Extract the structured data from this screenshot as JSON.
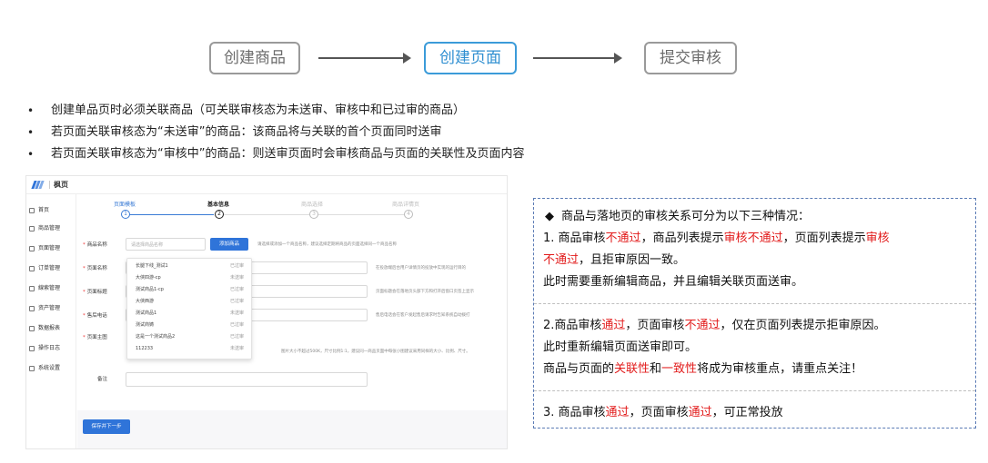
{
  "flow": {
    "steps": [
      "创建商品",
      "创建页面",
      "提交审核"
    ],
    "active_index": 1
  },
  "bullets": [
    "创建单品页时必须关联商品（可关联审核态为未送审、审核中和已过审的商品）",
    "若页面关联审核态为“未送审”的商品：该商品将与关联的首个页面同时送审",
    "若页面关联审核态为“审核中”的商品：则送审页面时会审核商品与页面的关联性及页面内容"
  ],
  "app": {
    "title": "枫页",
    "sidebar": [
      "首页",
      "商品管理",
      "页面管理",
      "订单管理",
      "線索管理",
      "资产管理",
      "数据报表",
      "操作日志",
      "系统设置"
    ],
    "tabs": [
      "页面模板",
      "基本信息",
      "商品选择",
      "商品详情页"
    ],
    "tab_numbers": [
      "1",
      "2",
      "3",
      "4"
    ],
    "fields": {
      "product_name": "商品名称",
      "product_placeholder": "请选择商品名称",
      "add_product": "添加商品",
      "product_hint": "请选择或添加一个商品名称，建议选择定期将商品的页面选择同一个商品名称",
      "page_name": "页面名称",
      "page_name_hint": "在投放端后台用户详情页的投放中实现的运行目的",
      "page_title": "页面标题",
      "page_title_hint": "页面标题会在落地页头部下方和打开后窗口页签上显示",
      "phone": "售后电话",
      "phone_hint": "售后电话会在客户发起售后请求时告知系统自动拨打",
      "main_image": "页面主图",
      "main_image_hint": "图片大小不超过500K，尺寸比例1:1，建议同一商品页面中每张小图建议采用同样的大小、比例、尺寸。",
      "note": "备注"
    },
    "dropdown": [
      {
        "name": "长腿下线_测试1",
        "status": "已过审"
      },
      {
        "name": "大侠四游-cp",
        "status": "未送审"
      },
      {
        "name": "测试商品1-cp",
        "status": "已过审"
      },
      {
        "name": "大侠西游",
        "status": "已过审"
      },
      {
        "name": "测试商品1",
        "status": "未送审"
      },
      {
        "name": "测试商铸",
        "status": "已过审"
      },
      {
        "name": "这是一个测试商品2",
        "status": "已过审"
      },
      {
        "name": "112233",
        "status": "未送审"
      }
    ],
    "save_button": "保存并下一步"
  },
  "info": {
    "heading": "商品与落地页的审核关系可分为以下三种情况：",
    "diamond": "◆",
    "case1": {
      "a": "1. 商品审核",
      "b": "不通过",
      "c": "，商品列表提示",
      "d": "审核不通过",
      "e": "，页面列表提示",
      "f": "审核",
      "g": "不通过",
      "h": "，且拒审原因一致。",
      "line3": "此时需要重新编辑商品，并且编辑关联页面送审。"
    },
    "case2": {
      "a": "2.商品审核",
      "b": "通过",
      "c": "，页面审核",
      "d": "不通过",
      "e": "，仅在页面列表提示拒审原因。",
      "line2": "此时重新编辑页面送审即可。",
      "l3a": "商品与页面的",
      "l3b": "关联性",
      "l3c": "和",
      "l3d": "一致性",
      "l3e": "将成为审核重点，请重点关注！"
    },
    "case3": {
      "a": "3. 商品审核",
      "b": "通过",
      "c": "，页面审核",
      "d": "通过",
      "e": "，可正常投放"
    }
  }
}
